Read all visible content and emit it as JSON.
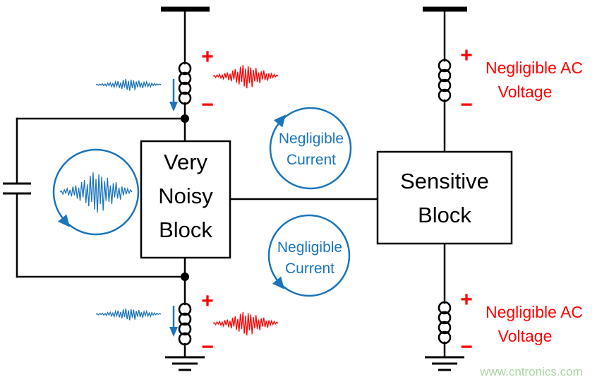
{
  "colors": {
    "wire": "#000000",
    "red": "#ff0000",
    "blue": "#1b75bc",
    "watermark_green": "#a9d5a2",
    "background": "#ffffff"
  },
  "blocks": {
    "noisy": {
      "line1": "Very",
      "line2": "Noisy",
      "line3": "Block"
    },
    "sensitive": {
      "line1": "Sensitive",
      "line2": "Block"
    }
  },
  "loops": {
    "top": {
      "line1": "Negligible",
      "line2": "Current"
    },
    "bottom": {
      "line1": "Negligible",
      "line2": "Current"
    }
  },
  "labels": {
    "plus": "+",
    "minus": "−",
    "ac_top": {
      "line1": "Negligible AC",
      "line2": "Voltage"
    },
    "ac_bottom": {
      "line1": "Negligible AC",
      "line2": "Voltage"
    }
  },
  "icons": {
    "inductor": "coil-symbol",
    "capacitor": "two-plate-capacitor",
    "ground": "earth-ground-symbol",
    "noise_source": "circular-noise-loop",
    "current_loop": "circular-arrow-loop",
    "down_arrow": "blue-down-arrow"
  },
  "watermark": {
    "text": "www.cntronics.com"
  }
}
